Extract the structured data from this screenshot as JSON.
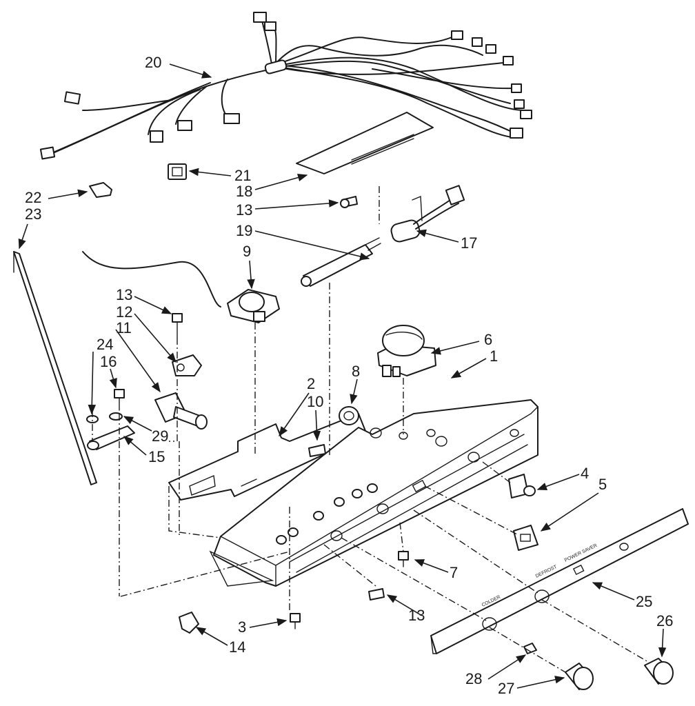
{
  "callouts": [
    {
      "id": "c20",
      "label": "20"
    },
    {
      "id": "c21",
      "label": "21"
    },
    {
      "id": "c18",
      "label": "18"
    },
    {
      "id": "c22",
      "label": "22"
    },
    {
      "id": "c23",
      "label": "23"
    },
    {
      "id": "c13a",
      "label": "13"
    },
    {
      "id": "c17",
      "label": "17"
    },
    {
      "id": "c19",
      "label": "19"
    },
    {
      "id": "c9",
      "label": "9"
    },
    {
      "id": "c13b",
      "label": "13"
    },
    {
      "id": "c12",
      "label": "12"
    },
    {
      "id": "c11",
      "label": "11"
    },
    {
      "id": "c24",
      "label": "24"
    },
    {
      "id": "c16",
      "label": "16"
    },
    {
      "id": "c6",
      "label": "6"
    },
    {
      "id": "c1",
      "label": "1"
    },
    {
      "id": "c8",
      "label": "8"
    },
    {
      "id": "c2",
      "label": "2"
    },
    {
      "id": "c10",
      "label": "10"
    },
    {
      "id": "c29",
      "label": "29"
    },
    {
      "id": "c15",
      "label": "15"
    },
    {
      "id": "c4",
      "label": "4"
    },
    {
      "id": "c5",
      "label": "5"
    },
    {
      "id": "c7",
      "label": "7"
    },
    {
      "id": "c25",
      "label": "25"
    },
    {
      "id": "c13c",
      "label": "13"
    },
    {
      "id": "c26",
      "label": "26"
    },
    {
      "id": "c3",
      "label": "3"
    },
    {
      "id": "c14",
      "label": "14"
    },
    {
      "id": "c28",
      "label": "28"
    },
    {
      "id": "c27",
      "label": "27"
    }
  ],
  "colors": {
    "ink": "#1a1a1a",
    "paper": "#ffffff"
  }
}
